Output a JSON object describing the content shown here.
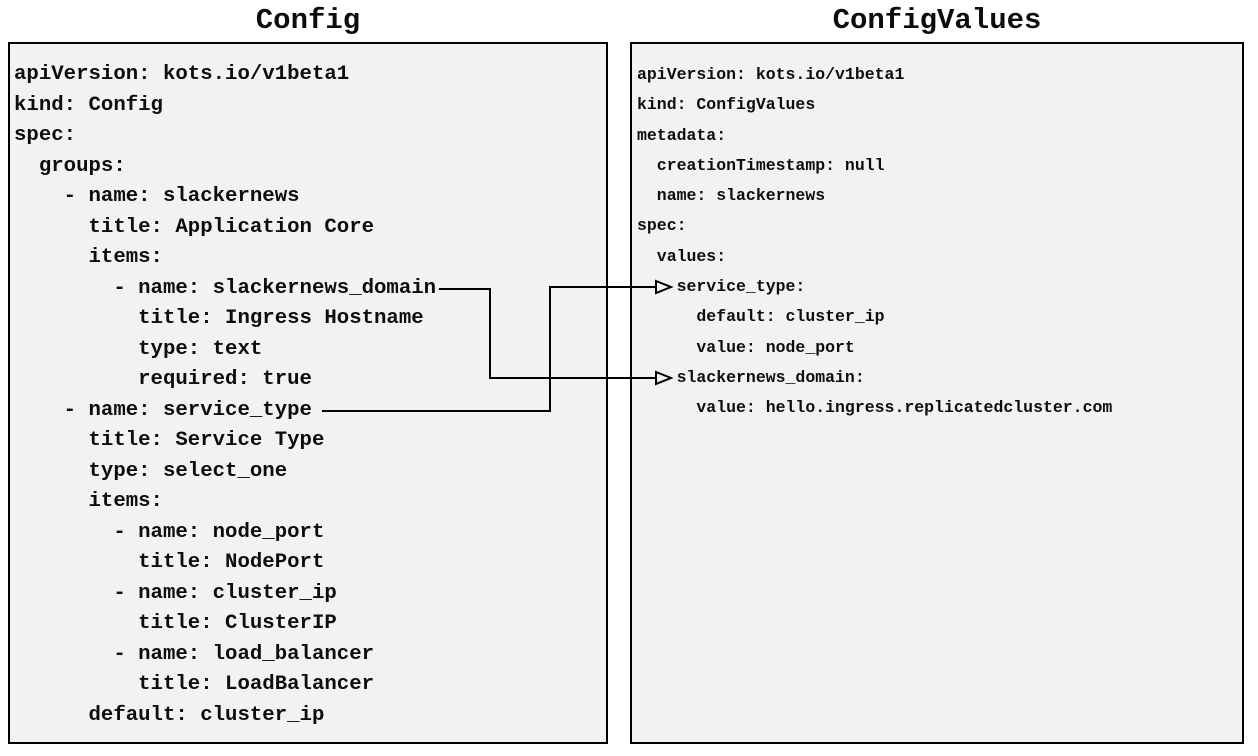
{
  "colors": {
    "background": "#ffffff",
    "box_fill": "#f2f2f2",
    "box_border": "#000000",
    "text": "#0d0d0d",
    "connector": "#000000"
  },
  "config_panel": {
    "title": "Config",
    "yaml_lines": [
      "apiVersion: kots.io/v1beta1",
      "kind: Config",
      "spec:",
      "  groups:",
      "    - name: slackernews",
      "      title: Application Core",
      "      items:",
      "        - name: slackernews_domain",
      "          title: Ingress Hostname",
      "          type: text",
      "          required: true",
      "    - name: service_type",
      "      title: Service Type",
      "      type: select_one",
      "      items:",
      "        - name: node_port",
      "          title: NodePort",
      "        - name: cluster_ip",
      "          title: ClusterIP",
      "        - name: load_balancer",
      "          title: LoadBalancer",
      "      default: cluster_ip"
    ]
  },
  "configvalues_panel": {
    "title": "ConfigValues",
    "yaml_lines": [
      "apiVersion: kots.io/v1beta1",
      "kind: ConfigValues",
      "metadata:",
      "  creationTimestamp: null",
      "  name: slackernews",
      "spec:",
      "  values:",
      "    service_type:",
      "      default: cluster_ip",
      "      value: node_port",
      "    slackernews_domain:",
      "      value: hello.ingress.replicatedcluster.com"
    ]
  },
  "connectors": [
    {
      "from_label": "slackernews_domain",
      "to_label": "slackernews_domain:"
    },
    {
      "from_label": "service_type",
      "to_label": "service_type:"
    }
  ]
}
